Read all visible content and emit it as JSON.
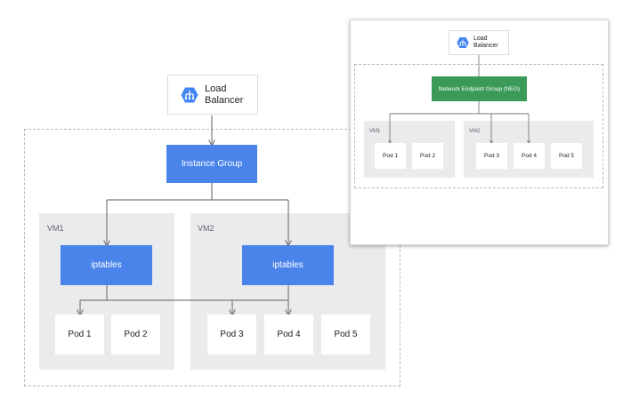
{
  "left": {
    "load_balancer": "Load\nBalancer",
    "group": "Instance Group",
    "vm1": {
      "label": "VM1",
      "iptables": "iptables",
      "pods": [
        "Pod 1",
        "Pod 2"
      ]
    },
    "vm2": {
      "label": "VM2",
      "iptables": "iptables",
      "pods": [
        "Pod 3",
        "Pod 4",
        "Pod 5"
      ]
    }
  },
  "right": {
    "load_balancer": "Load\nBalancer",
    "group": "Network Endpoint Group (NEG)",
    "vm1": {
      "label": "VM1",
      "pods": [
        "Pod 1",
        "Pod 2"
      ]
    },
    "vm2": {
      "label": "VM2",
      "pods": [
        "Pod 3",
        "Pod 4",
        "Pod 5"
      ]
    }
  },
  "colors": {
    "instance_group": "#4a84ea",
    "iptables": "#4a84ea",
    "neg": "#3b9a57",
    "vm_bg": "#eaebed",
    "lb_icon": "#4285f4"
  },
  "icons": {
    "load_balancer": "load-balancer-hexagon-icon"
  }
}
